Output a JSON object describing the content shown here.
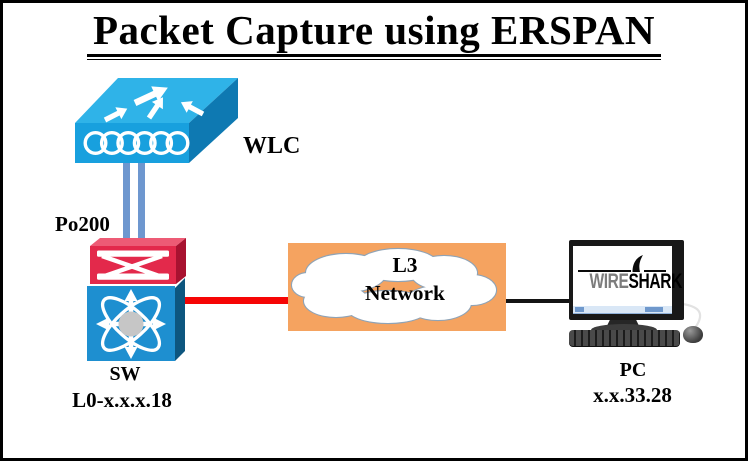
{
  "title": "Packet Capture using ERSPAN",
  "diagram": {
    "wlc": {
      "label": "WLC"
    },
    "port_channel": {
      "label": "Po200"
    },
    "switch": {
      "name": "SW",
      "loopback": "L0-x.x.x.18"
    },
    "cloud": {
      "line1": "L3",
      "line2": "Network"
    },
    "pc": {
      "label": "PC",
      "ip": "x.x.33.28",
      "app_wire": "WIRE",
      "app_shark": "SHARK"
    }
  },
  "colors": {
    "wlc_blue_front": "#18A0DE",
    "wlc_blue_top": "#2FB3E8",
    "wlc_blue_side": "#0E79B2",
    "switch_red_front": "#E3294B",
    "switch_red_top": "#ED5B75",
    "switch_red_side": "#A81230",
    "switch_blue_front": "#1E8FD0",
    "switch_blue_side": "#0D567F",
    "port_channel_link": "#6E97CF",
    "erspan_link_red": "#F60505",
    "lan_link_black": "#141414",
    "cloud_orange": "#F5A360",
    "cloud_outline": "#8FA3B6"
  }
}
